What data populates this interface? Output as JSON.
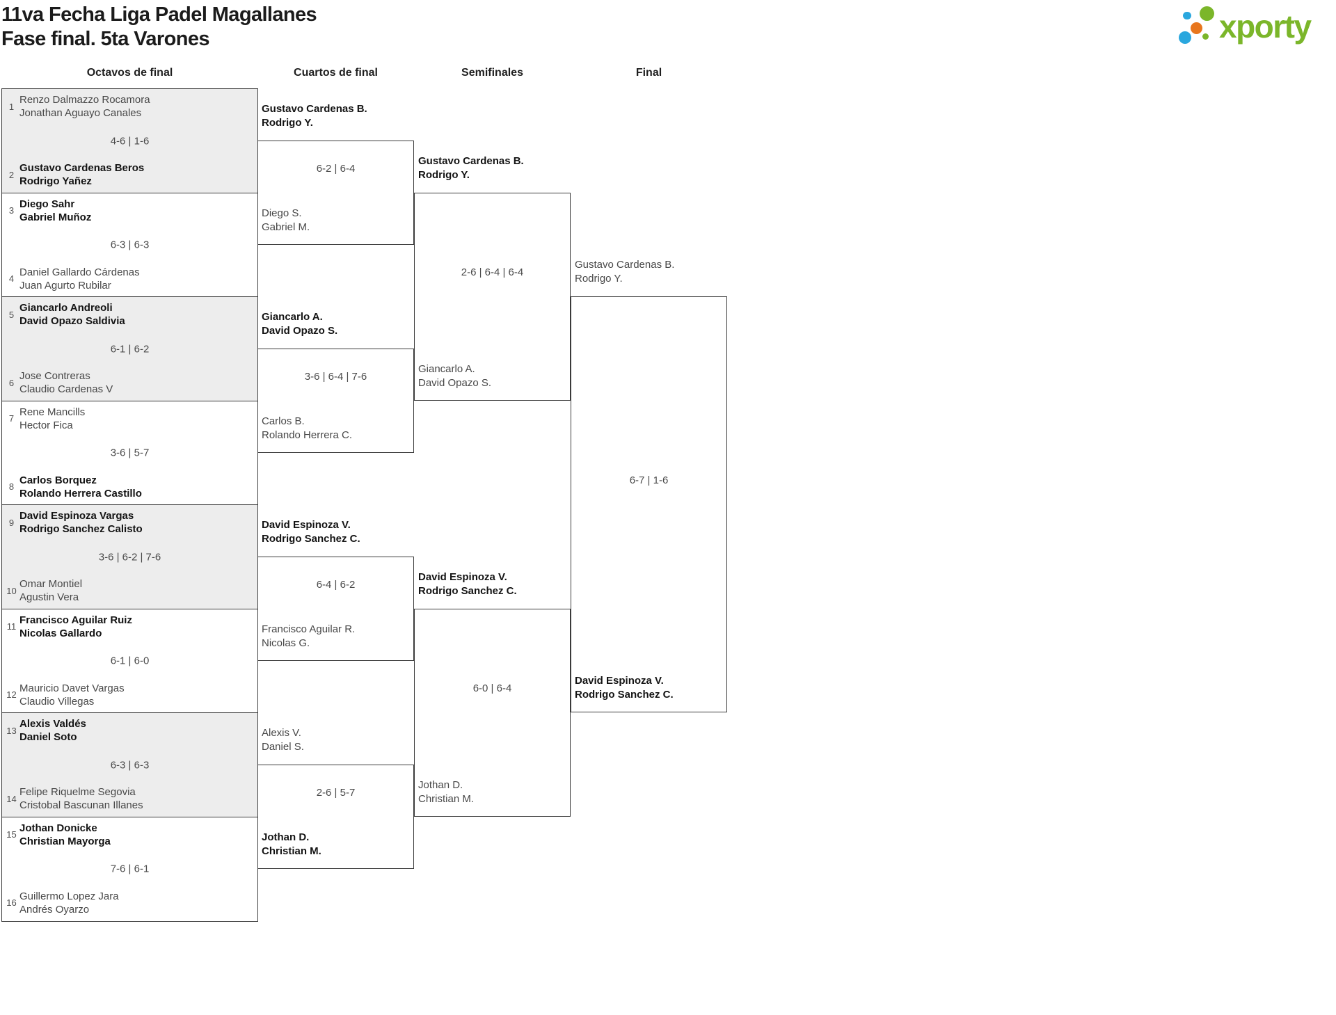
{
  "header": {
    "title_line1": "11va Fecha Liga Padel Magallanes",
    "title_line2": "Fase final. 5ta Varones",
    "logo_text": "xporty"
  },
  "brand_colors": {
    "logo_green": "#7bb62a",
    "logo_blue": "#2aa7de",
    "logo_orange": "#e8761d",
    "shaded_box_bg": "#ededed",
    "border": "#3a3a3a"
  },
  "round_headers": [
    "Octavos de final",
    "Cuartos de final",
    "Semifinales",
    "Final"
  ],
  "matches": {
    "octavos": [
      {
        "score": "4-6 | 1-6",
        "top": {
          "seed": "1",
          "line1": "Renzo Dalmazzo Rocamora",
          "line2": "Jonathan Aguayo Canales",
          "winner": false
        },
        "bottom": {
          "seed": "2",
          "line1": "Gustavo Cardenas Beros",
          "line2": "Rodrigo Yañez",
          "winner": true
        }
      },
      {
        "score": "6-3 | 6-3",
        "top": {
          "seed": "3",
          "line1": "Diego Sahr",
          "line2": "Gabriel Muñoz",
          "winner": true
        },
        "bottom": {
          "seed": "4",
          "line1": "Daniel Gallardo Cárdenas",
          "line2": "Juan Agurto Rubilar",
          "winner": false
        }
      },
      {
        "score": "6-1 | 6-2",
        "top": {
          "seed": "5",
          "line1": "Giancarlo Andreoli",
          "line2": "David Opazo Saldivia",
          "winner": true
        },
        "bottom": {
          "seed": "6",
          "line1": "Jose Contreras",
          "line2": "Claudio Cardenas V",
          "winner": false
        }
      },
      {
        "score": "3-6 | 5-7",
        "top": {
          "seed": "7",
          "line1": "Rene Mancills",
          "line2": "Hector Fica",
          "winner": false
        },
        "bottom": {
          "seed": "8",
          "line1": "Carlos Borquez",
          "line2": "Rolando Herrera Castillo",
          "winner": true
        }
      },
      {
        "score": "3-6 | 6-2 | 7-6",
        "top": {
          "seed": "9",
          "line1": "David Espinoza Vargas",
          "line2": "Rodrigo Sanchez Calisto",
          "winner": true
        },
        "bottom": {
          "seed": "10",
          "line1": "Omar Montiel",
          "line2": "Agustin Vera",
          "winner": false
        }
      },
      {
        "score": "6-1 | 6-0",
        "top": {
          "seed": "11",
          "line1": "Francisco Aguilar Ruiz",
          "line2": "Nicolas Gallardo",
          "winner": true
        },
        "bottom": {
          "seed": "12",
          "line1": "Mauricio Davet Vargas",
          "line2": "Claudio Villegas",
          "winner": false
        }
      },
      {
        "score": "6-3 | 6-3",
        "top": {
          "seed": "13",
          "line1": "Alexis Valdés",
          "line2": "Daniel Soto",
          "winner": true
        },
        "bottom": {
          "seed": "14",
          "line1": "Felipe Riquelme Segovia",
          "line2": "Cristobal Bascunan Illanes",
          "winner": false
        }
      },
      {
        "score": "7-6 | 6-1",
        "top": {
          "seed": "15",
          "line1": "Jothan Donicke",
          "line2": "Christian Mayorga",
          "winner": true
        },
        "bottom": {
          "seed": "16",
          "line1": "Guillermo Lopez Jara",
          "line2": "Andrés Oyarzo",
          "winner": false
        }
      }
    ],
    "cuartos": [
      {
        "score": "6-2 | 6-4",
        "top": {
          "line1": "Gustavo Cardenas B.",
          "line2": "Rodrigo Y.",
          "winner": true
        },
        "bottom": {
          "line1": "Diego S.",
          "line2": "Gabriel M.",
          "winner": false
        }
      },
      {
        "score": "3-6 | 6-4 | 7-6",
        "top": {
          "line1": "Giancarlo A.",
          "line2": "David Opazo S.",
          "winner": true
        },
        "bottom": {
          "line1": "Carlos B.",
          "line2": "Rolando Herrera C.",
          "winner": false
        }
      },
      {
        "score": "6-4 | 6-2",
        "top": {
          "line1": "David Espinoza V.",
          "line2": "Rodrigo Sanchez C.",
          "winner": true
        },
        "bottom": {
          "line1": "Francisco Aguilar R.",
          "line2": "Nicolas G.",
          "winner": false
        }
      },
      {
        "score": "2-6 | 5-7",
        "top": {
          "line1": "Alexis V.",
          "line2": "Daniel S.",
          "winner": false
        },
        "bottom": {
          "line1": "Jothan D.",
          "line2": "Christian M.",
          "winner": true
        }
      }
    ],
    "semifinales": [
      {
        "score": "2-6 | 6-4 | 6-4",
        "top": {
          "line1": "Gustavo Cardenas B.",
          "line2": "Rodrigo Y.",
          "winner": true
        },
        "bottom": {
          "line1": "Giancarlo A.",
          "line2": "David Opazo S.",
          "winner": false
        }
      },
      {
        "score": "6-0 | 6-4",
        "top": {
          "line1": "David Espinoza V.",
          "line2": "Rodrigo Sanchez C.",
          "winner": true
        },
        "bottom": {
          "line1": "Jothan D.",
          "line2": "Christian M.",
          "winner": false
        }
      }
    ],
    "final": [
      {
        "score": "6-7 | 1-6",
        "top": {
          "line1": "Gustavo Cardenas B.",
          "line2": "Rodrigo Y.",
          "winner": false
        },
        "bottom": {
          "line1": "David Espinoza V.",
          "line2": "Rodrigo Sanchez C.",
          "winner": true
        }
      }
    ]
  }
}
